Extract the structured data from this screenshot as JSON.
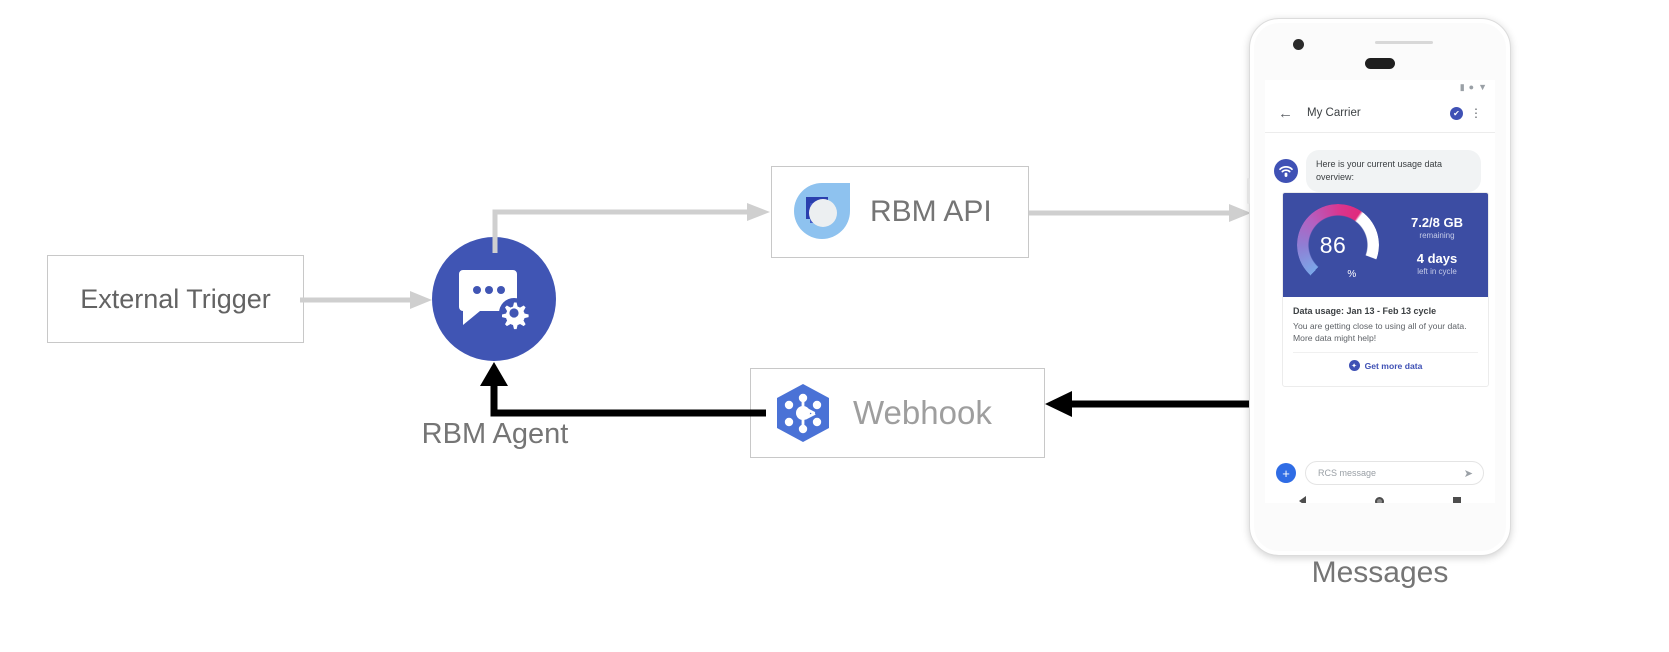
{
  "diagram": {
    "title": "RBM Agent architecture flow",
    "nodes": {
      "external_trigger": {
        "label": "External Trigger"
      },
      "rbm_agent": {
        "label": "RBM Agent",
        "icon": "chat-gear-icon",
        "color": "#4055b4"
      },
      "rbm_api": {
        "label": "RBM API",
        "icon": "rbm-droplet-icon"
      },
      "webhook": {
        "label": "Webhook",
        "icon": "cloud-functions-hexagon-icon",
        "color": "#4a72d6"
      },
      "messages": {
        "label": "Messages"
      }
    },
    "edges": [
      {
        "from": "External Trigger",
        "to": "RBM Agent",
        "style": "grey"
      },
      {
        "from": "RBM Agent",
        "to": "RBM API",
        "style": "grey"
      },
      {
        "from": "RBM API",
        "to": "Messages",
        "style": "grey"
      },
      {
        "from": "Messages",
        "to": "Webhook",
        "style": "black"
      },
      {
        "from": "Webhook",
        "to": "RBM Agent",
        "style": "black"
      }
    ],
    "colors": {
      "grey_arrow": "#cfcfcf",
      "black_arrow": "#000000",
      "agent_blue": "#4055b4",
      "card_blue": "#3c4da3",
      "link_blue": "#3f51b5"
    }
  },
  "phone": {
    "status_icons": [
      "signal-icon",
      "wifi-icon",
      "battery-icon"
    ],
    "app_bar": {
      "back_icon": "←",
      "title": "My Carrier",
      "verified_icon": "✔",
      "overflow_icon": "⋮"
    },
    "conversation": {
      "avatar_icon": "carrier-signal-icon",
      "bubble_text": "Here is your current usage data overview:"
    },
    "rich_card": {
      "gauge": {
        "value": "86",
        "unit": "%",
        "percent": 86
      },
      "stats": [
        {
          "main": "7.2/8 GB",
          "sub": "remaining"
        },
        {
          "main": "4 days",
          "sub": "left in cycle"
        }
      ],
      "title": "Data usage: Jan 13 - Feb 13 cycle",
      "description": "You are getting close to using all of your data. More data might help!",
      "action_icon": "globe-icon",
      "action_label": "Get more data"
    },
    "composer": {
      "plus_label": "+",
      "placeholder": "RCS message",
      "send_icon": "➤"
    },
    "nav_bar": [
      "back-nav-icon",
      "home-nav-icon",
      "recents-nav-icon"
    ]
  }
}
